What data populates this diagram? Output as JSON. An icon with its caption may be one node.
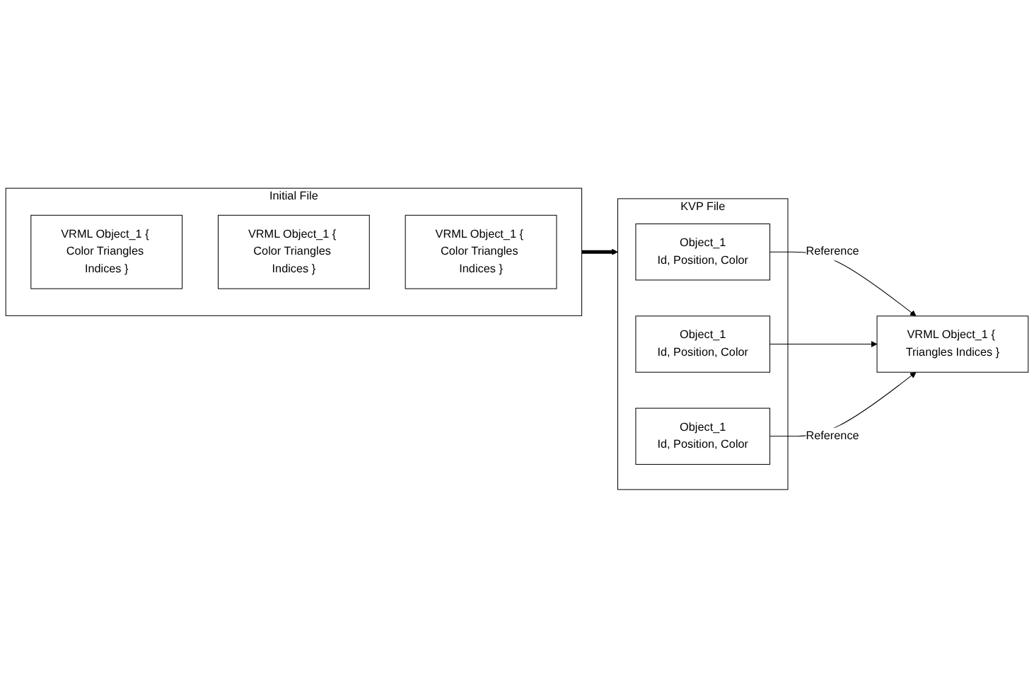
{
  "diagram": {
    "nodes": [
      {
        "text": [
          "Initial File"
        ]
      },
      {
        "text": [
          "VRML Object_1 { Color Triangles Indices }"
        ],
        "in": 0
      },
      {
        "text": [
          "VRML Object_1 { Color Triangles Indices }"
        ],
        "in": 0
      },
      {
        "text": [
          "VRML Object_1 { Color Triangles Indices }"
        ],
        "in": 0
      },
      {
        "text": [
          "KVP File"
        ]
      },
      {
        "text": [
          "Object_1",
          "Id, Position, Color"
        ],
        "in": 4
      },
      {
        "text": [
          "Object_1",
          "Id, Position, Color"
        ],
        "in": 4
      },
      {
        "text": [
          "Object_1",
          "Id, Position, Color"
        ],
        "in": 4
      },
      {
        "text": [
          "VRML Object_1 { Triangles Indices }"
        ]
      }
    ],
    "edges": [
      {
        "from": 0,
        "to": 4,
        "arrow": "to",
        "style": "thick"
      },
      {
        "from": 5,
        "to": 8,
        "arrow": "to",
        "label": "Reference"
      },
      {
        "from": 7,
        "to": 8,
        "arrow": "to"
      },
      {
        "from": 6,
        "to": 8,
        "arrow": "to",
        "label": "Reference"
      }
    ]
  }
}
